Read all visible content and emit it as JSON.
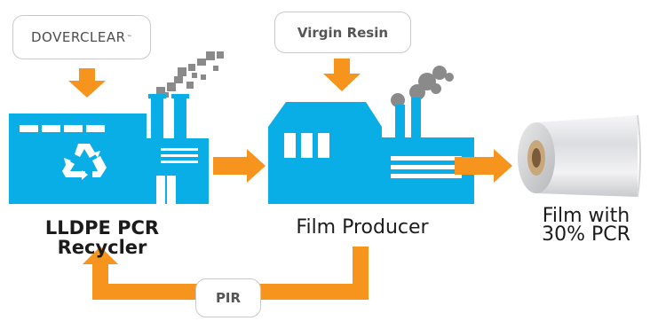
{
  "inputs": {
    "brand_name": "DOVERCLEAR",
    "brand_tm": "™",
    "virgin_resin": "Virgin Resin"
  },
  "nodes": {
    "recycler_line1": "LLDPE PCR",
    "recycler_line2": "Recycler",
    "producer": "Film Producer",
    "film_line1": "Film with",
    "film_line2": "30% PCR"
  },
  "loop": {
    "label": "PIR"
  },
  "colors": {
    "factory_blue": "#0aaee6",
    "arrow_orange": "#f7941d",
    "smoke_gray": "#8a8a8a",
    "pill_border": "#c9c9c9"
  }
}
